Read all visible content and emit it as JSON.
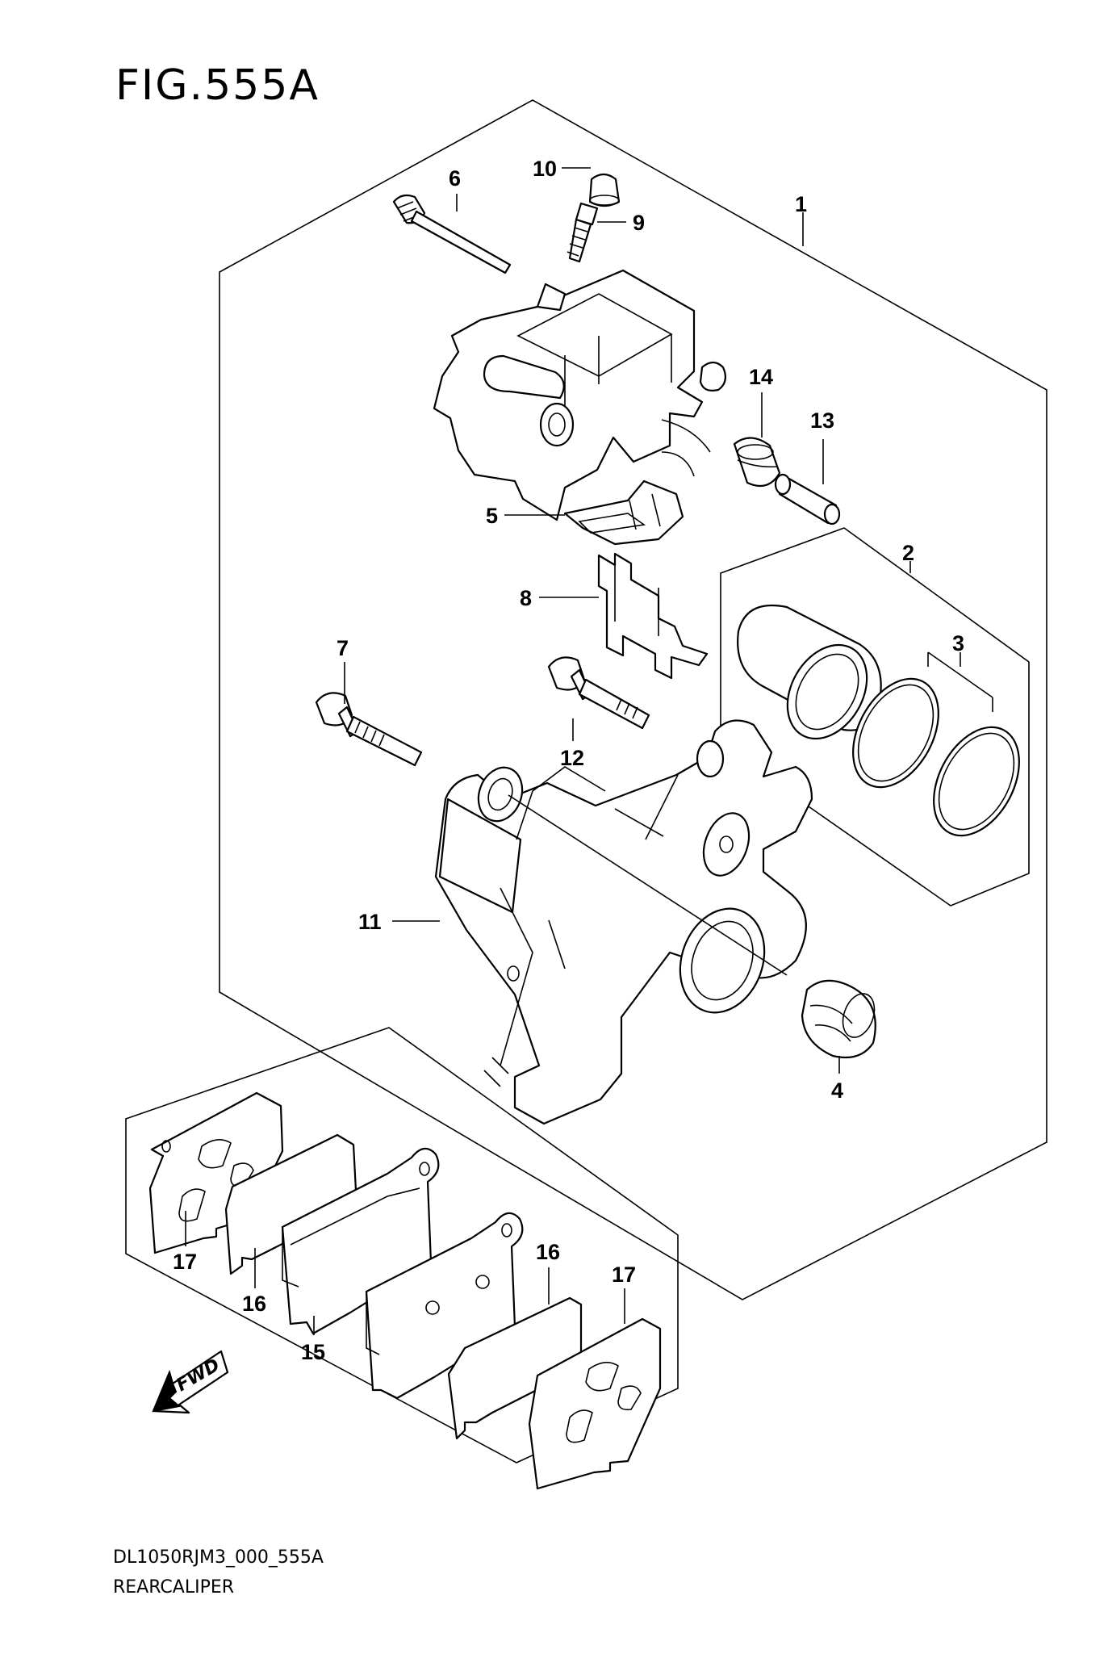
{
  "figure": {
    "title": "FIG.555A",
    "code": "DL1050RJM3_000_555A",
    "name": "REARCALIPER"
  },
  "direction_badge": {
    "label": "FWD",
    "icon": "fwd-arrow-icon"
  },
  "callouts": [
    {
      "id": "c1",
      "label": "1"
    },
    {
      "id": "c2",
      "label": "2"
    },
    {
      "id": "c3",
      "label": "3"
    },
    {
      "id": "c4",
      "label": "4"
    },
    {
      "id": "c5",
      "label": "5"
    },
    {
      "id": "c6",
      "label": "6"
    },
    {
      "id": "c7",
      "label": "7"
    },
    {
      "id": "c8",
      "label": "8"
    },
    {
      "id": "c9",
      "label": "9"
    },
    {
      "id": "c10",
      "label": "10"
    },
    {
      "id": "c11",
      "label": "11"
    },
    {
      "id": "c12",
      "label": "12"
    },
    {
      "id": "c13",
      "label": "13"
    },
    {
      "id": "c14",
      "label": "14"
    },
    {
      "id": "c15",
      "label": "15"
    },
    {
      "id": "c16a",
      "label": "16"
    },
    {
      "id": "c16b",
      "label": "16"
    },
    {
      "id": "c17a",
      "label": "17"
    },
    {
      "id": "c17b",
      "label": "17"
    }
  ]
}
